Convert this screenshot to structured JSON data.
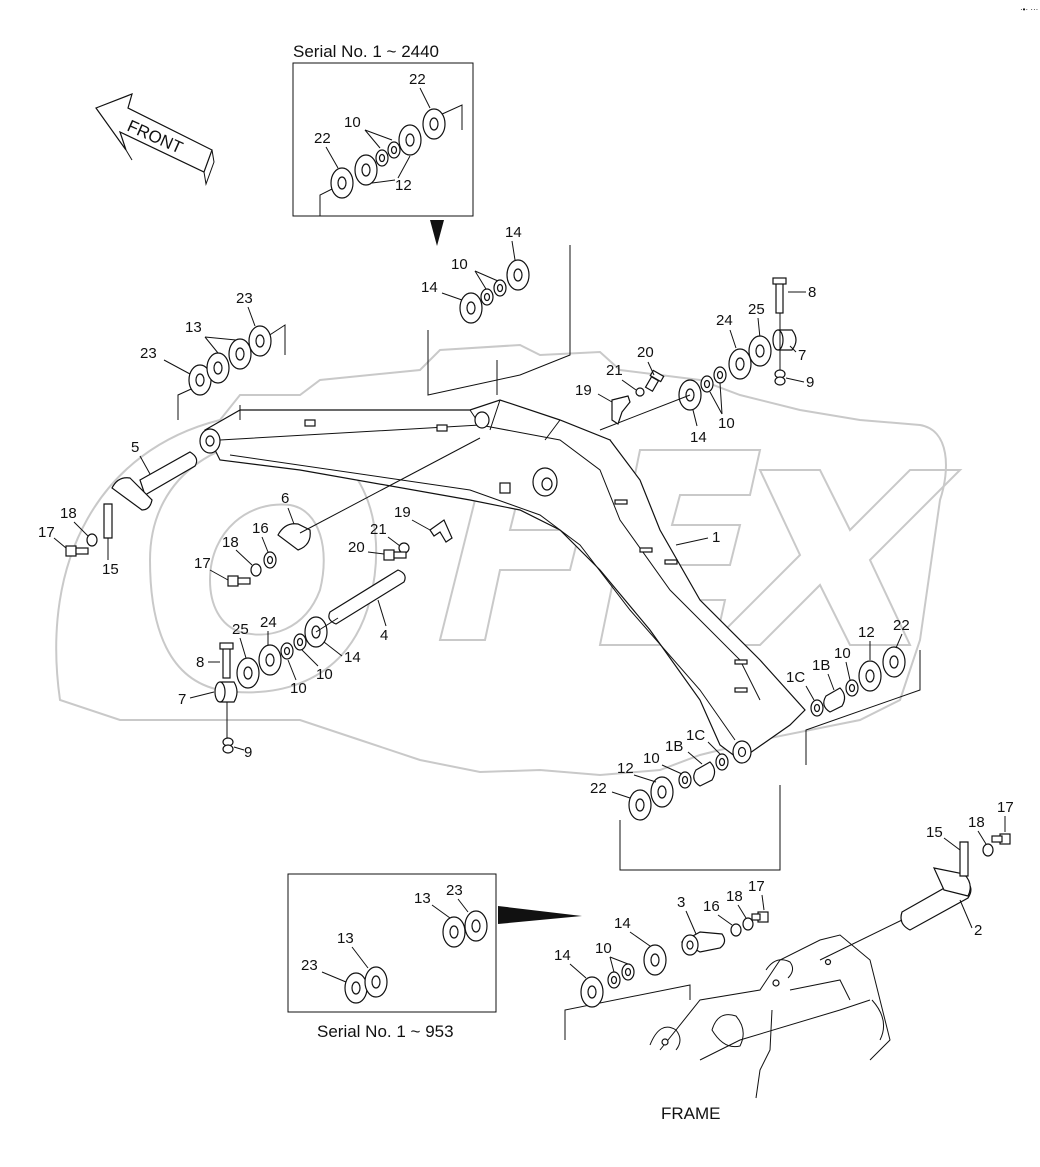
{
  "inset_top": {
    "caption": "Serial No. 1 ~ 2440",
    "labels": [
      "22",
      "10",
      "22",
      "12"
    ]
  },
  "inset_bottom": {
    "caption": "Serial No. 1 ~ 953",
    "labels": [
      "13",
      "23",
      "13",
      "23"
    ]
  },
  "front_arrow": {
    "label": "FRONT"
  },
  "frame_label": "FRAME",
  "watermark": {
    "text": "OPEX"
  },
  "corner_mark": "·•· ···",
  "callouts": {
    "c1": "14",
    "c2": "10",
    "c3": "14",
    "c4": "8",
    "c5": "25",
    "c6": "24",
    "c7": "7",
    "c8": "9",
    "c9": "20",
    "c10": "21",
    "c11": "19",
    "c12": "14",
    "c13": "10",
    "c14": "23",
    "c15": "13",
    "c16": "23",
    "c17": "5",
    "c18": "18",
    "c19": "17",
    "c20": "15",
    "c21": "6",
    "c22": "16",
    "c23": "18",
    "c24": "17",
    "c25": "19",
    "c26": "21",
    "c27": "20",
    "c28": "1",
    "c29": "4",
    "c30": "14",
    "c31": "24",
    "c32": "25",
    "c33": "10",
    "c34": "10",
    "c35": "8",
    "c36": "7",
    "c37": "9",
    "c38": "22",
    "c39": "12",
    "c40": "10",
    "c41": "1B",
    "c42": "1C",
    "c43": "1C",
    "c44": "1B",
    "c45": "10",
    "c46": "12",
    "c47": "22",
    "c48": "17",
    "c49": "18",
    "c50": "15",
    "c51": "2",
    "c52": "3",
    "c53": "16",
    "c54": "18",
    "c55": "17",
    "c56": "14",
    "c57": "10",
    "c58": "14"
  }
}
